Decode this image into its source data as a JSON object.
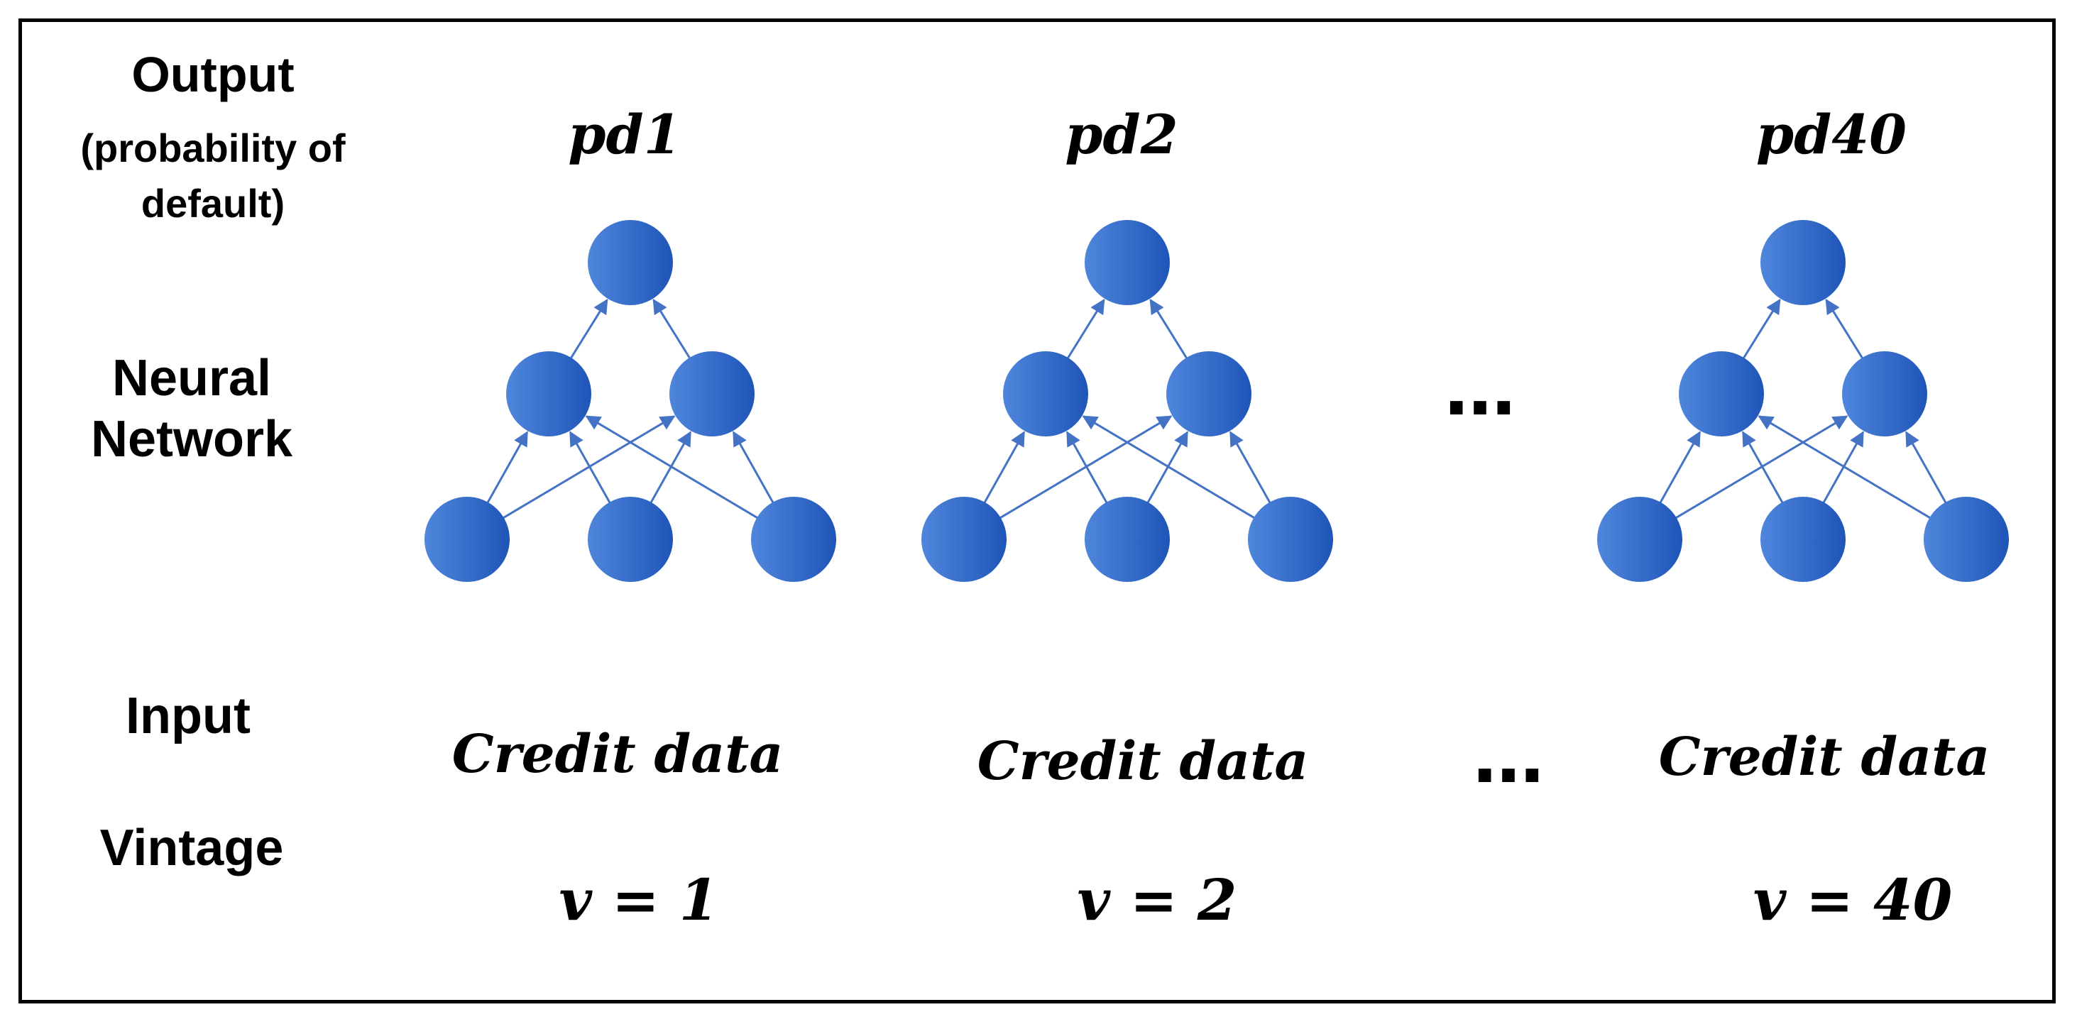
{
  "labels": {
    "output": "Output",
    "output_sub": "(probability of default)",
    "neural_network": "Neural Network",
    "input": "Input",
    "vintage": "Vintage"
  },
  "networks": [
    {
      "output_label": "pd1",
      "input_label": "Credit data",
      "vintage_label": "v = 1"
    },
    {
      "output_label": "pd2",
      "input_label": "Credit data",
      "vintage_label": "v = 2"
    },
    {
      "output_label": "pd40",
      "input_label": "Credit data",
      "vintage_label": "v = 40"
    }
  ],
  "ellipsis": "…",
  "colors": {
    "node_light": "#4f86dc",
    "node_dark": "#1f55b8",
    "edge": "#4472c4",
    "border": "#000000"
  }
}
